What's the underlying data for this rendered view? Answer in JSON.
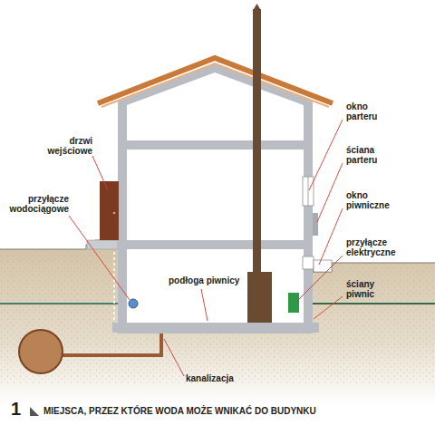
{
  "diagram": {
    "caption": "MIEJSCA, PRZEZ KTÓRE WODA MOŻE WNIKAĆ DO BUDYNKU",
    "labels": [
      "drzwi wejściowe",
      "przyłącze wodociągowe",
      "okno parteru",
      "ściana parteru",
      "okno piwniczne",
      "przyłącze elektryczne",
      "podłoga piwnicy",
      "ściany piwnic",
      "kanalizacja",
      "1"
    ]
  }
}
